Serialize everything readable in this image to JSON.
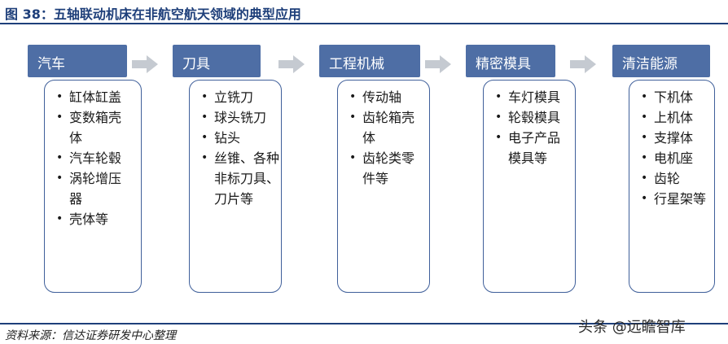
{
  "title": "图 38：五轴联动机床在非航空航天领域的典型应用",
  "source": "资料来源：信达证券研发中心整理",
  "watermark": "头条 @远瞻智库",
  "arrow_color": "#c5cad1",
  "categories": [
    {
      "label": "汽车",
      "items": [
        "缸体缸盖",
        "变数箱壳体",
        "汽车轮毂",
        "涡轮增压器",
        "壳体等"
      ]
    },
    {
      "label": "刀具",
      "items": [
        "立铣刀",
        "球头铣刀",
        "钻头",
        "丝锥、各种非标刀具、刀片等"
      ]
    },
    {
      "label": "工程机械",
      "items": [
        "传动轴",
        "齿轮箱壳体",
        "齿轮类零件等"
      ]
    },
    {
      "label": "精密模具",
      "items": [
        "车灯模具",
        "轮毂模具",
        "电子产品模具等"
      ]
    },
    {
      "label": "清洁能源",
      "items": [
        "下机体",
        "上机体",
        "支撑体",
        "电机座",
        "齿轮",
        "行星架等"
      ]
    }
  ]
}
